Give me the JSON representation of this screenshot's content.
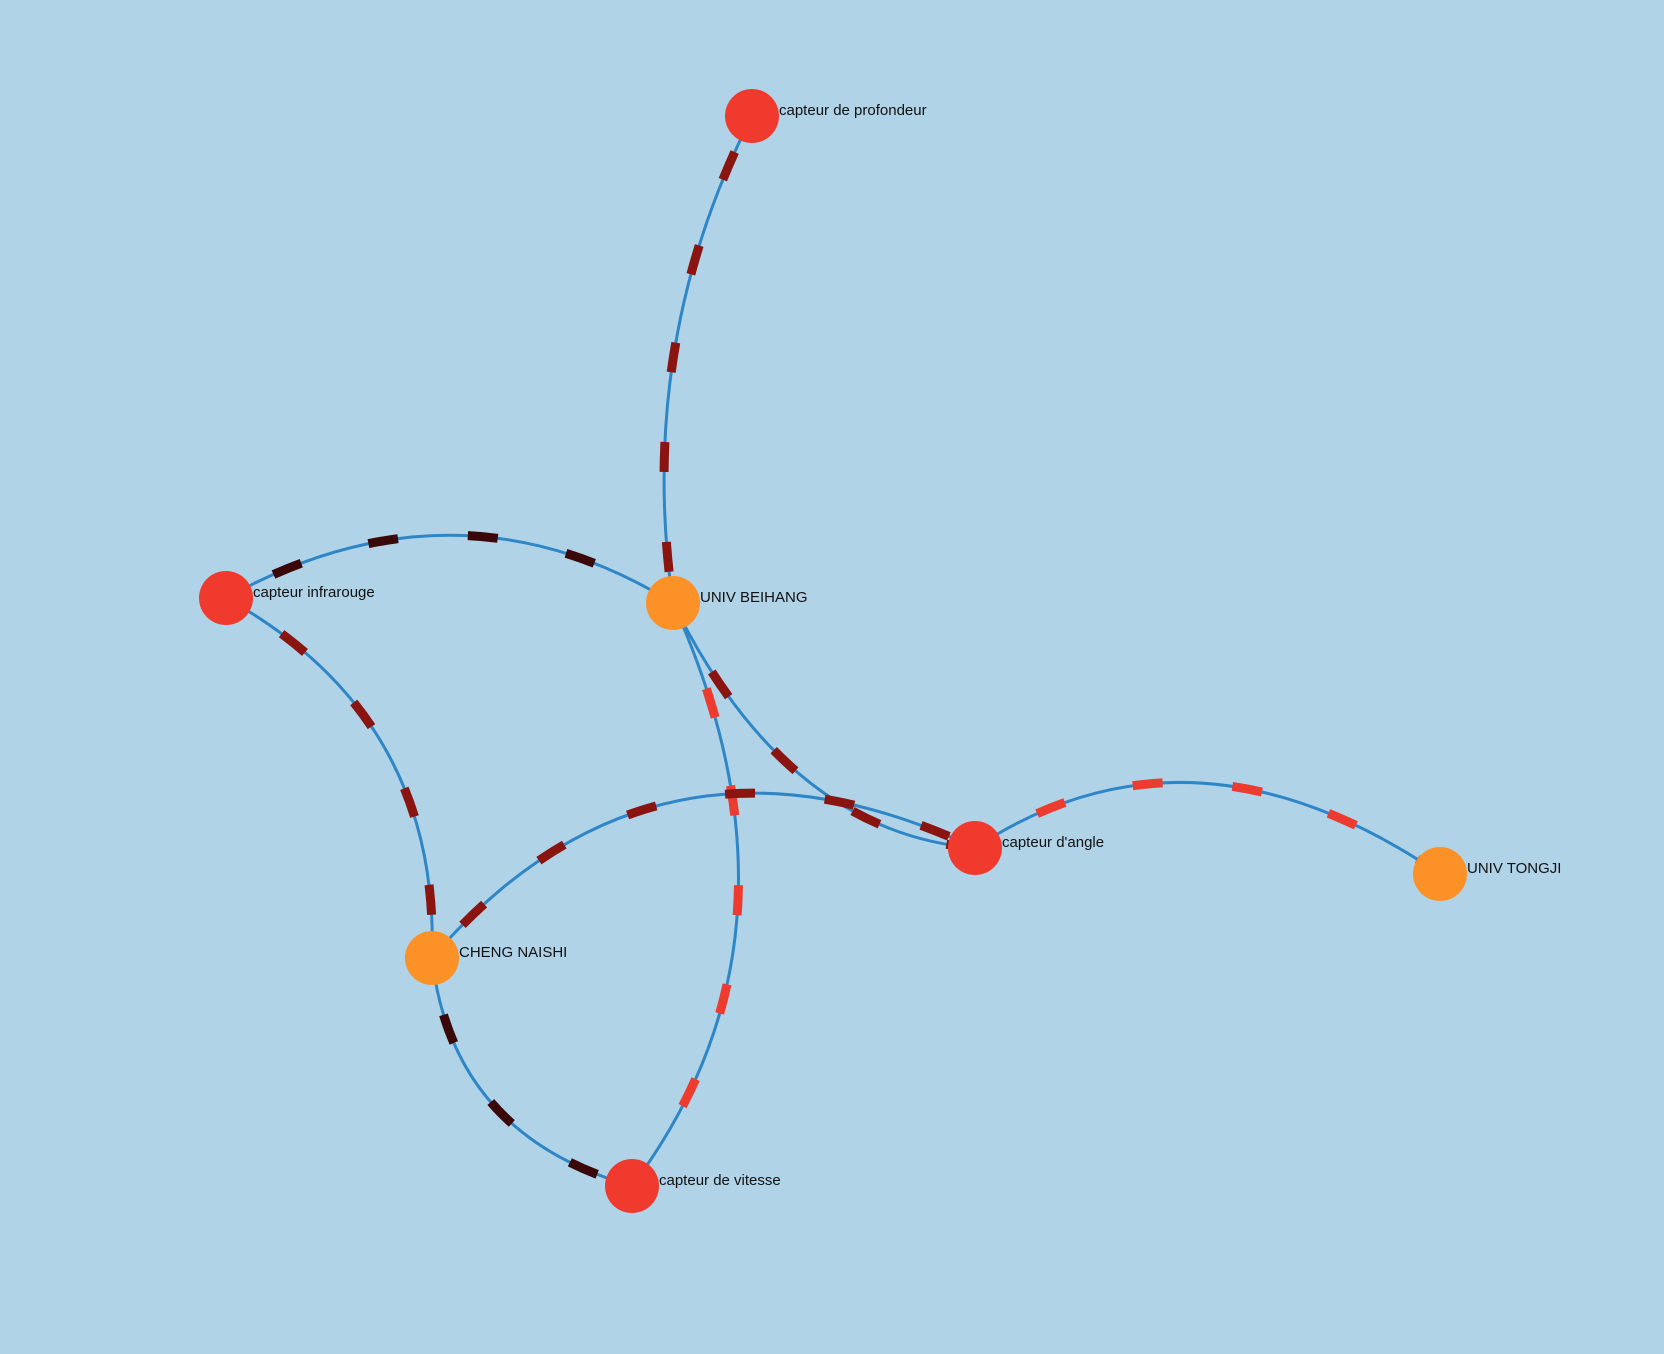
{
  "colors": {
    "background": "#b0d3e8",
    "edge": "#2f86c6",
    "label": "#111111",
    "node_types": {
      "capteur": "#f03a2e",
      "actor": "#fc9128"
    },
    "flow_levels": {
      "low": "#ee3b2f",
      "mid": "#8a1410",
      "high": "#3a0808"
    }
  },
  "nodes": [
    {
      "id": "profondeur",
      "label": "capteur de profondeur",
      "type": "capteur"
    },
    {
      "id": "infrarouge",
      "label": "capteur infrarouge",
      "type": "capteur"
    },
    {
      "id": "beihang",
      "label": "UNIV BEIHANG",
      "type": "actor"
    },
    {
      "id": "angle",
      "label": "capteur d'angle",
      "type": "capteur"
    },
    {
      "id": "tongji",
      "label": "UNIV TONGJI",
      "type": "actor"
    },
    {
      "id": "cheng",
      "label": "CHENG NAISHI",
      "type": "actor"
    },
    {
      "id": "vitesse",
      "label": "capteur de vitesse",
      "type": "capteur"
    }
  ],
  "edges": [
    {
      "source": "profondeur",
      "target": "beihang",
      "level": "mid"
    },
    {
      "source": "infrarouge",
      "target": "beihang",
      "level": "high"
    },
    {
      "source": "infrarouge",
      "target": "cheng",
      "level": "mid"
    },
    {
      "source": "beihang",
      "target": "angle",
      "level": "mid"
    },
    {
      "source": "beihang",
      "target": "vitesse",
      "level": "low"
    },
    {
      "source": "cheng",
      "target": "angle",
      "level": "mid"
    },
    {
      "source": "cheng",
      "target": "vitesse",
      "level": "high"
    },
    {
      "source": "angle",
      "target": "tongji",
      "level": "low"
    }
  ]
}
